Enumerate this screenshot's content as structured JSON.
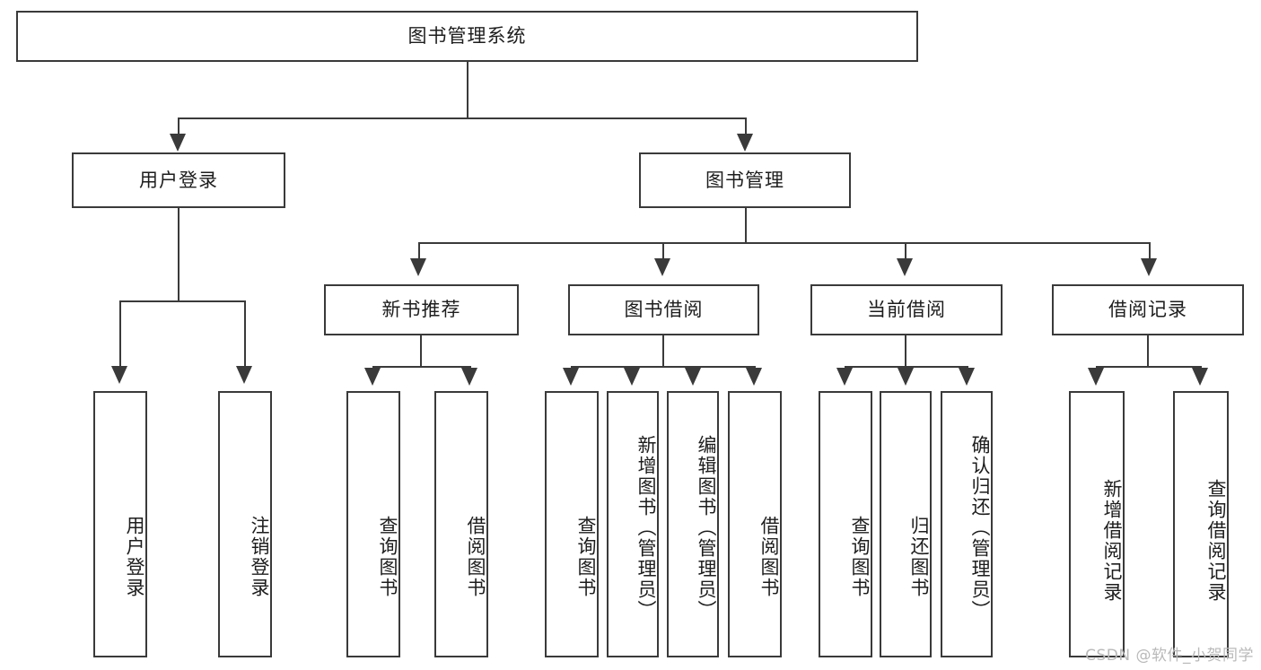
{
  "diagram": {
    "title": "图书管理系统",
    "type": "function-structure-tree",
    "watermark": "CSDN @软件_小贺同学",
    "colors": {
      "stroke": "#3a3a3a",
      "fill": "#ffffff",
      "text": "#1d1d1d",
      "watermark": "#b9b9b9"
    },
    "root": {
      "label": "图书管理系统"
    },
    "level2": [
      {
        "label": "用户登录"
      },
      {
        "label": "图书管理"
      }
    ],
    "level3": [
      {
        "label": "新书推荐"
      },
      {
        "label": "图书借阅"
      },
      {
        "label": "当前借阅"
      },
      {
        "label": "借阅记录"
      }
    ],
    "leaves": {
      "user_login": [
        {
          "label": "用户登录"
        },
        {
          "label": "注销登录"
        }
      ],
      "new_book": [
        {
          "label": "查询图书"
        },
        {
          "label": "借阅图书"
        }
      ],
      "book_borrow": [
        {
          "label": "查询图书"
        },
        {
          "label": "新增图书（管理员）"
        },
        {
          "label": "编辑图书（管理员）"
        },
        {
          "label": "借阅图书"
        }
      ],
      "current_borrow": [
        {
          "label": "查询图书"
        },
        {
          "label": "归还图书"
        },
        {
          "label": "确认归还（管理员）"
        }
      ],
      "borrow_record": [
        {
          "label": "新增借阅记录"
        },
        {
          "label": "查询借阅记录"
        }
      ]
    }
  }
}
